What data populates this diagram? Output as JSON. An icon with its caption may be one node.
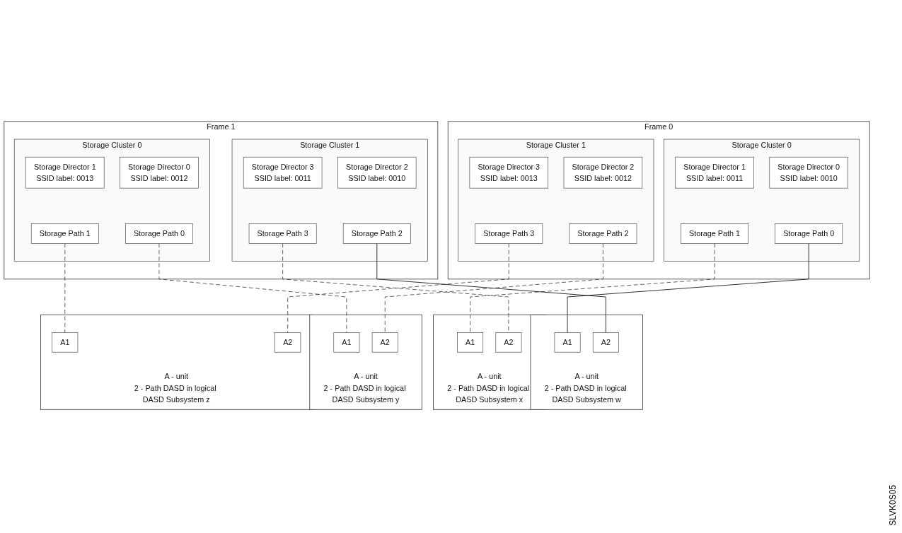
{
  "diagram": {
    "nodes": [
      {
        "text": [
          "Frame 0"
        ]
      },
      {
        "text": [
          "Storage Cluster 0"
        ],
        "in": 0
      },
      {
        "text": [
          "Storage Director 0",
          "SSID label: 0010"
        ],
        "in": 1
      },
      {
        "text": [
          "Storage Director 1",
          "SSID label: 0011"
        ],
        "in": 1
      },
      {
        "text": [
          "Storage Path 0"
        ],
        "in": 1
      },
      {
        "text": [
          "Storage Path 1"
        ],
        "in": 1
      },
      {
        "text": [
          "Storage Cluster 1"
        ],
        "in": 0
      },
      {
        "text": [
          "Storage Director 2",
          "SSID label: 0012"
        ],
        "in": 6
      },
      {
        "text": [
          "Storage Director 3",
          "SSID label: 0013"
        ],
        "in": 6
      },
      {
        "text": [
          "Storage Path 2"
        ],
        "in": 6
      },
      {
        "text": [
          "Storage Path 3"
        ],
        "in": 6
      },
      {
        "text": [
          "Frame 1"
        ]
      },
      {
        "text": [
          "Storage Cluster 0"
        ],
        "in": 11
      },
      {
        "text": [
          "Storage Director 0",
          "SSID label: 0012"
        ],
        "in": 12
      },
      {
        "text": [
          "Storage Director 1",
          "SSID label: 0013"
        ],
        "in": 12
      },
      {
        "text": [
          "Storage Path 0"
        ],
        "in": 12
      },
      {
        "text": [
          "Storage Path 1"
        ],
        "in": 12
      },
      {
        "text": [
          "Storage Cluster 1"
        ],
        "in": 11
      },
      {
        "text": [
          "Storage Director 2",
          "SSID label: 0010"
        ],
        "in": 17
      },
      {
        "text": [
          "Storage Director 3",
          "SSID label: 0011"
        ],
        "in": 17
      },
      {
        "text": [
          "Storage Path 2"
        ],
        "in": 17
      },
      {
        "text": [
          "Storage Path 3"
        ],
        "in": 17
      },
      {
        "text": [
          "A - unit",
          "2 - Path DASD in logical DASD Subsystem w"
        ]
      },
      {
        "text": [
          "A1"
        ],
        "in": 22
      },
      {
        "text": [
          "A2"
        ],
        "in": 22
      },
      {
        "text": [
          "A - unit",
          "2 - Path DASD in logical DASD Subsystem x"
        ]
      },
      {
        "text": [
          "A1"
        ],
        "in": 25
      },
      {
        "text": [
          "A2"
        ],
        "in": 25
      },
      {
        "text": [
          "A - unit",
          "2 - Path DASD in logical DASD Subsystem y"
        ]
      },
      {
        "text": [
          "A1"
        ],
        "in": 28
      },
      {
        "text": [
          "A2"
        ],
        "in": 28
      },
      {
        "text": [
          "A - unit",
          "2 - Path DASD in logical DASD Subsystem z"
        ]
      },
      {
        "text": [
          "A1"
        ],
        "in": 31
      },
      {
        "text": [
          "A2"
        ],
        "in": 31
      }
    ],
    "edges": [
      {
        "from": 4,
        "to": 23,
        "arrow": "none"
      },
      {
        "from": 20,
        "to": 24,
        "arrow": "none"
      },
      {
        "from": 5,
        "to": 26,
        "arrow": "none",
        "style": "dashed"
      },
      {
        "from": 21,
        "to": 27,
        "arrow": "none",
        "style": "dashed"
      },
      {
        "from": 15,
        "to": 29,
        "arrow": "none",
        "style": "dashed"
      },
      {
        "from": 9,
        "to": 30,
        "arrow": "none",
        "style": "dashed"
      },
      {
        "from": 16,
        "to": 32,
        "arrow": "none",
        "style": "dashed"
      },
      {
        "from": 10,
        "to": 33,
        "arrow": "none",
        "style": "dashed"
      }
    ],
    "labels": [
      "SLVK0S05"
    ]
  }
}
